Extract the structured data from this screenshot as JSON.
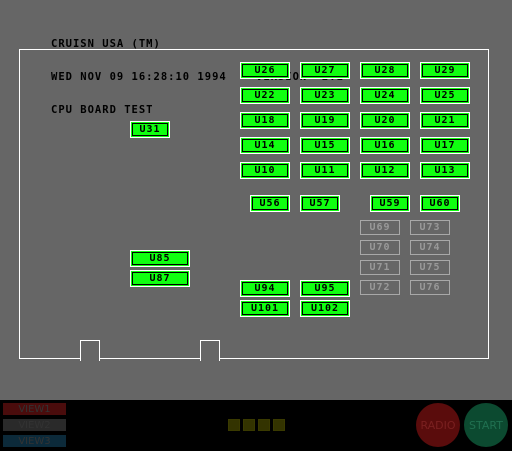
{
  "header": {
    "line1": "CRUISN USA (TM)",
    "line2": "WED NOV 09 16:28:10 1994    VERSION  2.1",
    "line3": "CPU BOARD TEST"
  },
  "chips": [
    {
      "label": "U26",
      "state": "on"
    },
    {
      "label": "U27",
      "state": "on"
    },
    {
      "label": "U28",
      "state": "on"
    },
    {
      "label": "U29",
      "state": "on"
    },
    {
      "label": "U22",
      "state": "on"
    },
    {
      "label": "U23",
      "state": "on"
    },
    {
      "label": "U24",
      "state": "on"
    },
    {
      "label": "U25",
      "state": "on"
    },
    {
      "label": "U18",
      "state": "on"
    },
    {
      "label": "U19",
      "state": "on"
    },
    {
      "label": "U20",
      "state": "on"
    },
    {
      "label": "U21",
      "state": "on"
    },
    {
      "label": "U14",
      "state": "on"
    },
    {
      "label": "U15",
      "state": "on"
    },
    {
      "label": "U16",
      "state": "on"
    },
    {
      "label": "U17",
      "state": "on"
    },
    {
      "label": "U10",
      "state": "on"
    },
    {
      "label": "U11",
      "state": "on"
    },
    {
      "label": "U12",
      "state": "on"
    },
    {
      "label": "U13",
      "state": "on"
    },
    {
      "label": "U31",
      "state": "on"
    },
    {
      "label": "U56",
      "state": "on"
    },
    {
      "label": "U57",
      "state": "on"
    },
    {
      "label": "U59",
      "state": "on"
    },
    {
      "label": "U60",
      "state": "on"
    },
    {
      "label": "U69",
      "state": "off"
    },
    {
      "label": "U73",
      "state": "off"
    },
    {
      "label": "U70",
      "state": "off"
    },
    {
      "label": "U74",
      "state": "off"
    },
    {
      "label": "U71",
      "state": "off"
    },
    {
      "label": "U75",
      "state": "off"
    },
    {
      "label": "U72",
      "state": "off"
    },
    {
      "label": "U76",
      "state": "off"
    },
    {
      "label": "U85",
      "state": "on"
    },
    {
      "label": "U87",
      "state": "on"
    },
    {
      "label": "U94",
      "state": "on"
    },
    {
      "label": "U95",
      "state": "on"
    },
    {
      "label": "U101",
      "state": "on"
    },
    {
      "label": "U102",
      "state": "on"
    }
  ],
  "controls": {
    "view1": "VIEW1",
    "view2": "VIEW2",
    "view3": "VIEW3",
    "radio": "RADIO",
    "start": "START"
  },
  "colors": {
    "chip_ok": "#10ff10",
    "board_outline": "#ffffff",
    "screen_bg": "#666666",
    "view1": "#4a0c0c",
    "view2": "#2a2a2a",
    "view3": "#0c2a3a",
    "radio": "#5a0c0c",
    "start": "#0c4a30"
  }
}
